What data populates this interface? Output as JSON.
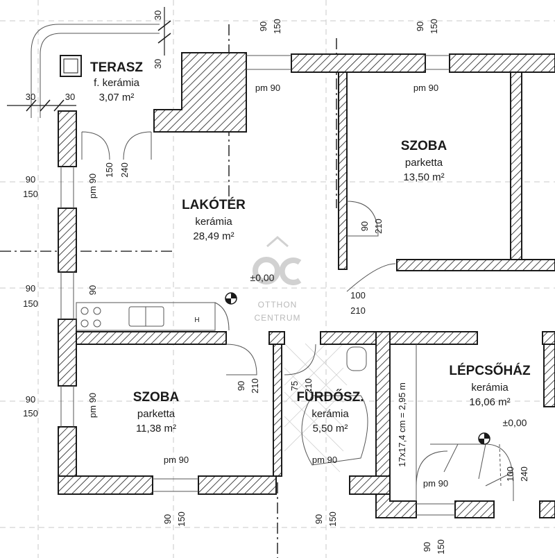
{
  "watermark": {
    "brand_line1": "OTTHON",
    "brand_line2": "CENTRUM"
  },
  "rooms": {
    "terasz": {
      "name": "TERASZ",
      "material": "f. kerámia",
      "area": "3,07 m²"
    },
    "lakoter": {
      "name": "LAKÓTÉR",
      "material": "kerámia",
      "area": "28,49 m²"
    },
    "szoba1": {
      "name": "SZOBA",
      "material": "parketta",
      "area": "13,50 m²"
    },
    "szoba2": {
      "name": "SZOBA",
      "material": "parketta",
      "area": "11,38 m²"
    },
    "furdo": {
      "name": "FÜRDŐSZ.",
      "material": "kerámia",
      "area": "5,50 m²"
    },
    "lepcsohaz": {
      "name": "LÉPCSŐHÁZ",
      "material": "kerámia",
      "area": "16,06 m²"
    }
  },
  "levels": {
    "main": "±0,00",
    "stair": "±0,00"
  },
  "stair_note": "17x17,4 cm = 2,95 m",
  "dimensions": {
    "d30": "30",
    "d90": "90",
    "d100": "100",
    "d150": "150",
    "d210": "210",
    "d240": "240",
    "d75": "75",
    "pm90": "pm 90",
    "fridge_h": "H"
  }
}
